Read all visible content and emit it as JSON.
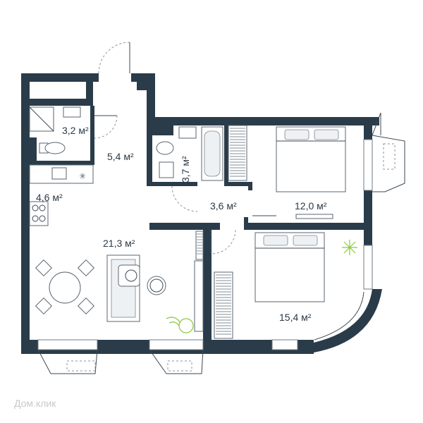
{
  "rooms": {
    "bathroom_1": "3,2 м²",
    "hall": "5,4 м²",
    "bathroom_2": "3,7 м²",
    "kitchen": "4,6 м²",
    "corridor": "3,6 м²",
    "bedroom_1": "12,0 м²",
    "living": "21,3 м²",
    "bedroom_2": "15,4 м²"
  },
  "watermark": "Дом.клик",
  "colors": {
    "wall": "#2a3c4a",
    "text": "#2b3a46",
    "plant": "#8cc63f"
  }
}
